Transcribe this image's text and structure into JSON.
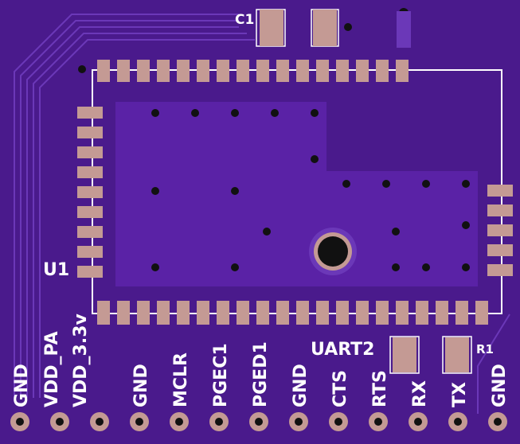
{
  "colors": {
    "board": "#4a1a8c",
    "copper_pour": "#5a22a6",
    "trace": "#7a4ac6",
    "pad": "#c49a94",
    "silkscreen": "#ffffff",
    "via": "#111111"
  },
  "designators": {
    "c1": "C1",
    "u1": "U1",
    "r1": "R1",
    "uart2": "UART2"
  },
  "header_pins": [
    {
      "label": "GND"
    },
    {
      "label": "VDD_PA"
    },
    {
      "label": "VDD_3.3v"
    },
    {
      "label": "GND"
    },
    {
      "label": "MCLR"
    },
    {
      "label": "PGEC1"
    },
    {
      "label": "PGED1"
    },
    {
      "label": "GND"
    },
    {
      "label": "CTS"
    },
    {
      "label": "RTS"
    },
    {
      "label": "RX"
    },
    {
      "label": "TX"
    },
    {
      "label": "GND"
    }
  ]
}
